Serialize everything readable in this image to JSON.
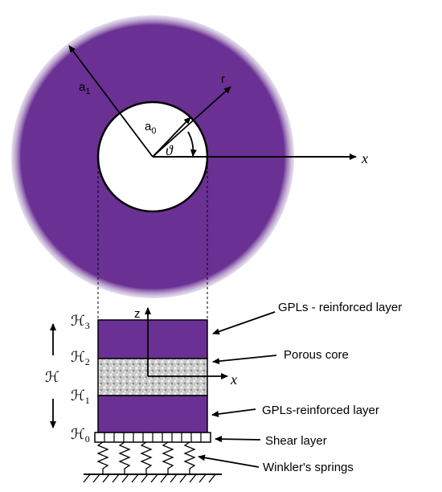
{
  "disk": {
    "outer_radius_label": "a",
    "outer_radius_sub": "1",
    "inner_radius_label": "a",
    "inner_radius_sub": "0",
    "radial_axis_label": "r",
    "angle_label": "ϑ",
    "x_axis_label": "x"
  },
  "section": {
    "z_axis_label": "z",
    "x_axis_label": "x",
    "thickness_label": "ℋ",
    "interfaces": [
      {
        "base": "ℋ",
        "sub": "3"
      },
      {
        "base": "ℋ",
        "sub": "2"
      },
      {
        "base": "ℋ",
        "sub": "1"
      },
      {
        "base": "ℋ",
        "sub": "0"
      }
    ],
    "callouts": {
      "top_layer": "GPLs - reinforced layer",
      "core": "Porous core",
      "bottom_layer": "GPLs-reinforced layer",
      "shear": "Shear layer",
      "springs": "Winkler's springs"
    }
  },
  "colors": {
    "purple": "#6a3094",
    "purple_glow": "#a48abf"
  }
}
